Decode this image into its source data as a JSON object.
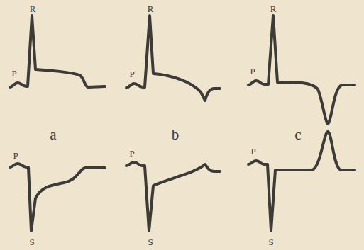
{
  "diagram": {
    "labels": [
      "P",
      "R",
      "P",
      "R",
      "P",
      "R",
      "a",
      "b",
      "c",
      "P",
      "S",
      "P",
      "S",
      "P",
      "S"
    ]
  }
}
